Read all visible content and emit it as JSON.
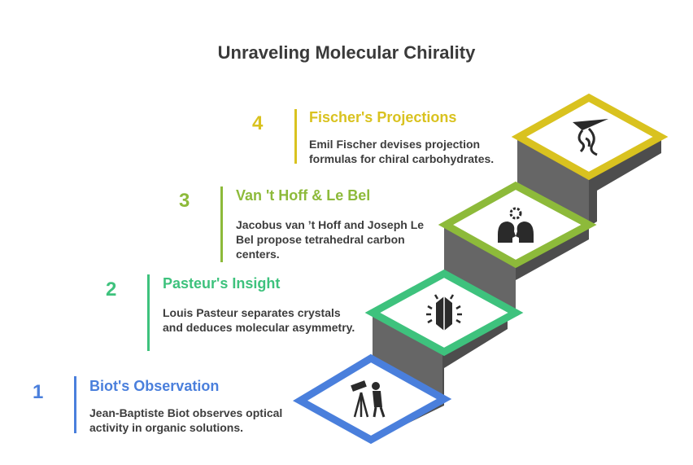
{
  "title": "Unraveling Molecular Chirality",
  "colors": {
    "step1": "#4a7fdc",
    "step2": "#3ec27d",
    "step3": "#8dba3a",
    "step4": "#d9c21f",
    "stair_dark": "#4d4d4d",
    "stair_mid": "#666666",
    "stair_top": "#ffffff"
  },
  "steps": [
    {
      "number": "1",
      "heading": "Biot's Observation",
      "description": "Jean-Baptiste Biot observes optical activity in organic solutions.",
      "icon": "telescope-observer-icon"
    },
    {
      "number": "2",
      "heading": "Pasteur's Insight",
      "description": "Louis Pasteur separates crystals and deduces molecular asymmetry.",
      "icon": "crystal-icon"
    },
    {
      "number": "3",
      "heading": "Van 't Hoff & Le Bel",
      "description": "Jacobus van ’t Hoff and Joseph Le Bel propose tetrahedral carbon centers.",
      "icon": "collaboration-heads-icon"
    },
    {
      "number": "4",
      "heading": "Fischer's Projections",
      "description": "Emil Fischer devises projection formulas for chiral carbohydrates.",
      "icon": "hang-glider-icon"
    }
  ]
}
